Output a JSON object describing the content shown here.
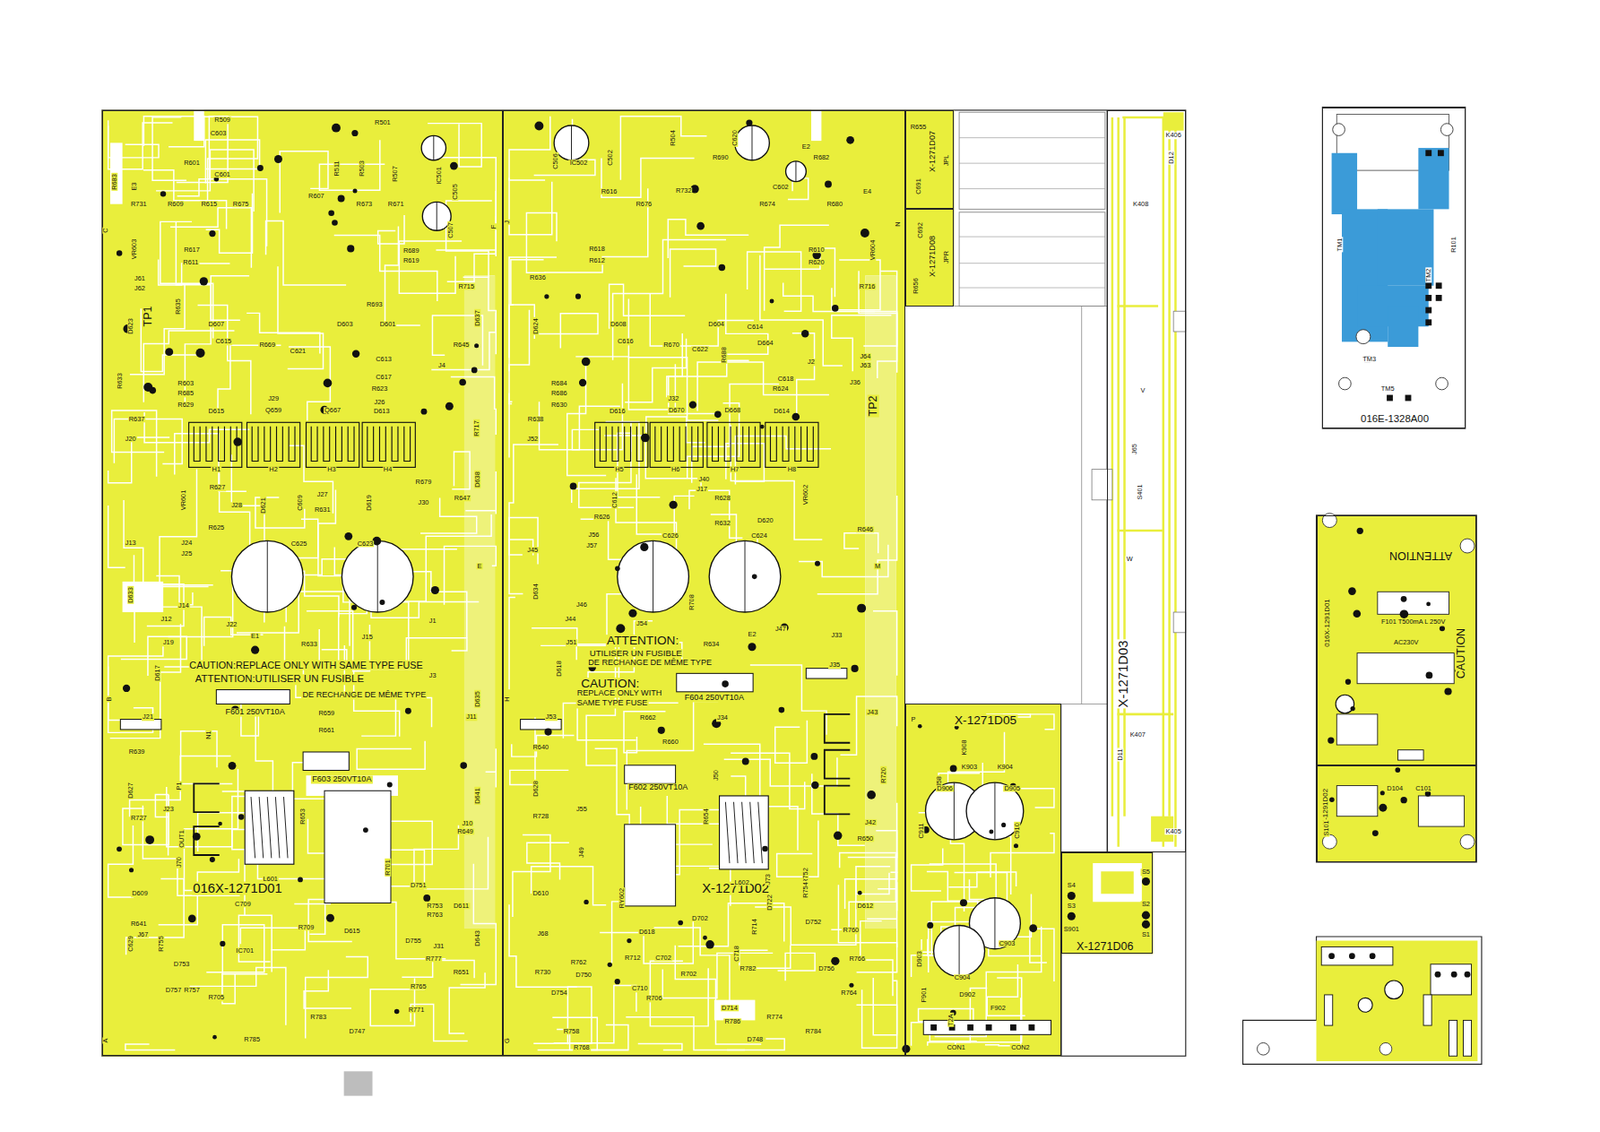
{
  "diagram": {
    "nodes": [
      {
        "text": [
          "016X-1271D01"
        ]
      },
      {
        "text": [
          "X-1271D02"
        ]
      },
      {
        "text": [
          "X-1271D07"
        ]
      },
      {
        "text": [
          "X-1271D08"
        ]
      },
      {
        "text": [
          "X-1271D03"
        ]
      },
      {
        "text": [
          "X-1271D05"
        ]
      },
      {
        "text": [
          "X-1271D06"
        ]
      },
      {
        "text": [
          "016E-1328A00"
        ]
      },
      {
        "text": [
          "016X-1291D01"
        ]
      },
      {
        "text": [
          "X-1291D02"
        ]
      }
    ],
    "labels": [
      "CAUTION:REPLACE ONLY WITH SAME TYPE FUSE",
      "ATTENTION:UTILISER UN FUSIBLE",
      "DE RECHANGE DE MÊME TYPE",
      "ATTENTION:",
      "UTILISER UN FUSIBLE",
      "DE RECHANGE DE MÊME TYPE",
      "CAUTION:",
      "REPLACE ONLY WITH",
      "SAME TYPE FUSE",
      "F601 250VT10A",
      "F603 250VT10A",
      "F604 250VT10A",
      "F602 250VT10A",
      "R509",
      "C603",
      "R501",
      "IC501",
      "C505",
      "C507",
      "R503",
      "R511",
      "R507",
      "R683",
      "R601",
      "C601",
      "E3",
      "R731",
      "R609",
      "R615",
      "R675",
      "R607",
      "R673",
      "R671",
      "VR603",
      "R617",
      "R611",
      "R619",
      "R689",
      "J61",
      "J62",
      "TP1",
      "R635",
      "D623",
      "R693",
      "D607",
      "D603",
      "D601",
      "C615",
      "R669",
      "C621",
      "C613",
      "R645",
      "J4",
      "R633",
      "R603",
      "R685",
      "R629",
      "C617",
      "R623",
      "J29",
      "J26",
      "D615",
      "Q659",
      "Q667",
      "D613",
      "R637",
      "J20",
      "H1",
      "H2",
      "H3",
      "H4",
      "R679",
      "J30",
      "R647",
      "R627",
      "J28",
      "D621",
      "C609",
      "R631",
      "D619",
      "J27",
      "VR601",
      "R625",
      "J24",
      "J25",
      "C625",
      "C623",
      "J13",
      "D633",
      "J14",
      "J12",
      "J22",
      "J15",
      "J1",
      "J19",
      "E1",
      "R633",
      "J3",
      "D617",
      "J21",
      "N1",
      "R659",
      "R661",
      "R639",
      "D627",
      "P1",
      "R727",
      "J23",
      "OUT1",
      "R653",
      "L601",
      "J70",
      "D609",
      "R641",
      "J67",
      "C629",
      "R755",
      "D753",
      "D757",
      "R757",
      "C709",
      "IC701",
      "R709",
      "D615",
      "R701",
      "D751",
      "R753",
      "R763",
      "D755",
      "D611",
      "J31",
      "R777",
      "R651",
      "R785",
      "D747",
      "R783",
      "R771",
      "R765",
      "R705",
      "R715",
      "R717",
      "D637",
      "D638",
      "D635",
      "D641",
      "D643",
      "R649",
      "J10",
      "J11",
      "C",
      "B",
      "A",
      "F",
      "E",
      "J",
      "H",
      "G",
      "C506",
      "IC502",
      "C502",
      "R504",
      "R690",
      "C620",
      "R682",
      "E2",
      "C602",
      "R616",
      "R676",
      "R732",
      "R674",
      "R680",
      "E4",
      "R618",
      "R612",
      "R610",
      "R620",
      "VR604",
      "R636",
      "D624",
      "D608",
      "D604",
      "C614",
      "C616",
      "R670",
      "C622",
      "D664",
      "R688",
      "J2",
      "J64",
      "J63",
      "R684",
      "R686",
      "R630",
      "C618",
      "R624",
      "J32",
      "J36",
      "D616",
      "D670",
      "D668",
      "D614",
      "R638",
      "J52",
      "TP2",
      "H5",
      "H6",
      "H7",
      "H8",
      "J40",
      "J17",
      "R628",
      "VR602",
      "R626",
      "C612",
      "D620",
      "R632",
      "C624",
      "C626",
      "J56",
      "J57",
      "R646",
      "J45",
      "D634",
      "R708",
      "J46",
      "J44",
      "J54",
      "J47",
      "J33",
      "J51",
      "R634",
      "E2",
      "D618",
      "J35",
      "J53",
      "R662",
      "J34",
      "J43",
      "R660",
      "R640",
      "D628",
      "J50",
      "L602",
      "R654",
      "J55",
      "R728",
      "J42",
      "R650",
      "J49",
      "RY602",
      "J73",
      "R752",
      "R754",
      "D610",
      "D702",
      "D618",
      "R714",
      "D722",
      "D752",
      "R760",
      "D612",
      "J68",
      "C702",
      "R712",
      "R762",
      "D750",
      "R730",
      "R702",
      "R758",
      "D754",
      "R768",
      "C710",
      "R706",
      "R782",
      "C718",
      "R766",
      "D756",
      "R764",
      "D748",
      "R784",
      "R774",
      "R786",
      "D714",
      "R716",
      "R720",
      "R655",
      "C691",
      "JPL",
      "C692",
      "R656",
      "JPR",
      "N",
      "M",
      "K406",
      "D12",
      "K408",
      "J65",
      "S401",
      "V",
      "W",
      "K407",
      "D11",
      "K405",
      "P",
      "J58",
      "D906",
      "D905",
      "C911",
      "C910",
      "K908",
      "K903",
      "K904",
      "D903",
      "C904",
      "C903",
      "D902",
      "F901",
      "F902",
      "T2A",
      "CON1",
      "CON2",
      "S4",
      "S3",
      "S5",
      "S2",
      "S1",
      "S901",
      "TM1",
      "TM2",
      "TM3",
      "TM5",
      "R101",
      "ATTENTION",
      "CAUTION",
      "F101 T500mA L 250V",
      "AC230V",
      "C101",
      "D104",
      "S101"
    ]
  }
}
